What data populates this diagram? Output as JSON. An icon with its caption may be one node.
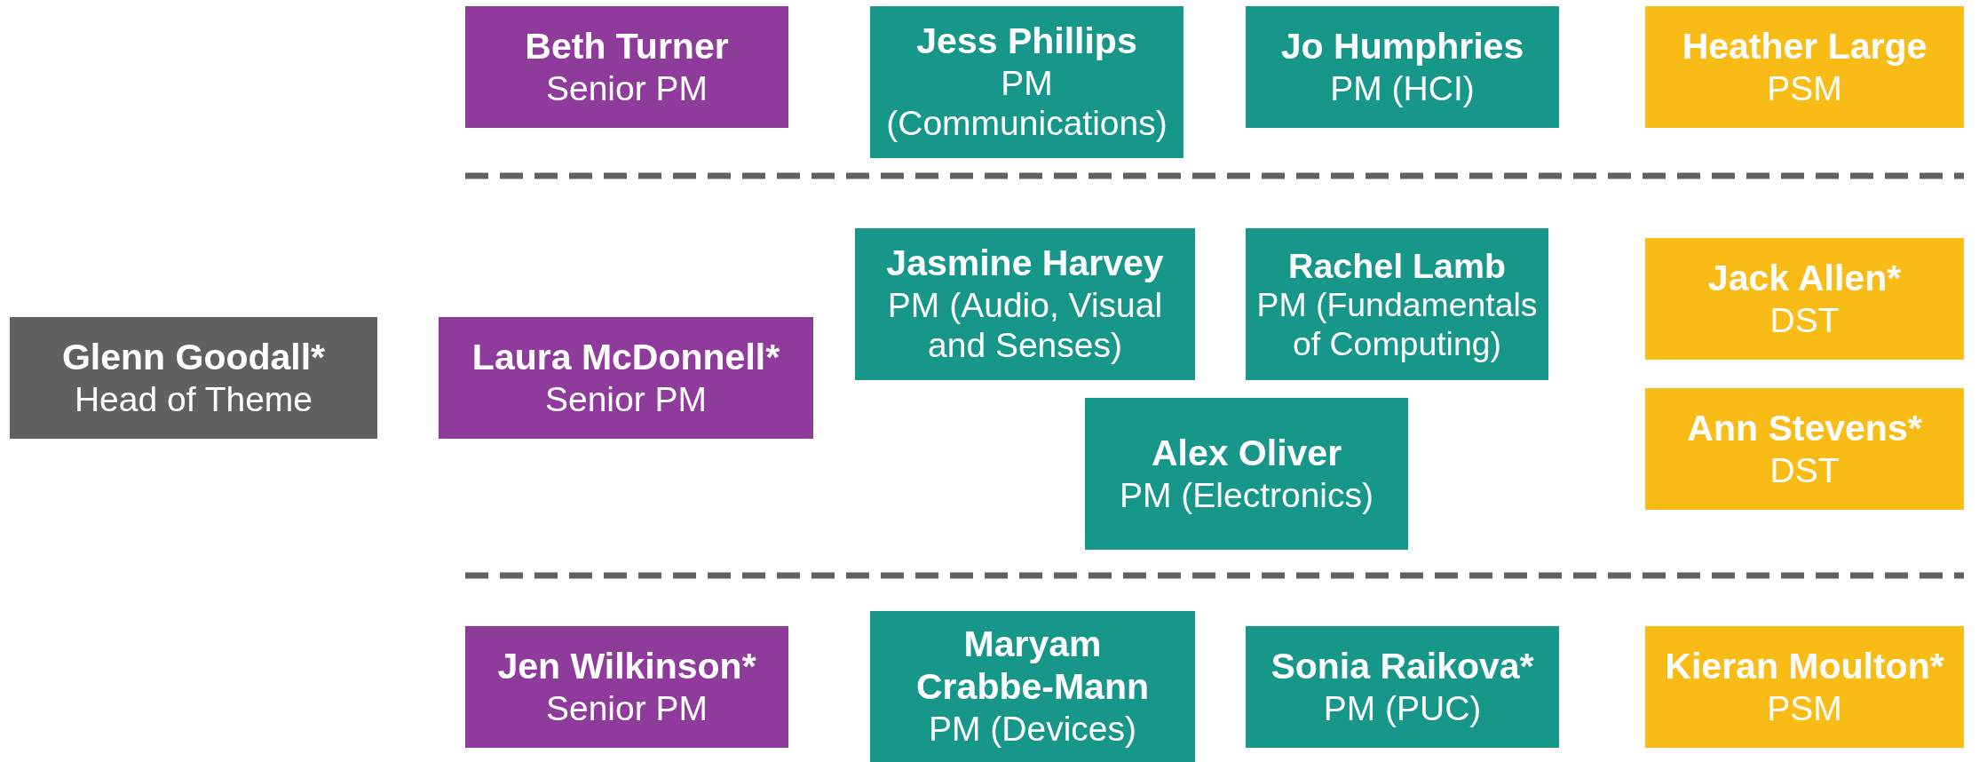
{
  "diagram": {
    "nodes": [
      {
        "text": [
          "Glenn Goodall*",
          "Head of Theme"
        ]
      },
      {
        "text": [
          "Beth Turner",
          "Senior PM"
        ]
      },
      {
        "text": [
          "Jess Phillips",
          "PM (Communications)"
        ]
      },
      {
        "text": [
          "Jo Humphries",
          "PM (HCI)"
        ]
      },
      {
        "text": [
          "Heather Large",
          "PSM"
        ]
      },
      {
        "text": [
          "Laura McDonnell*",
          "Senior PM"
        ]
      },
      {
        "text": [
          "Jasmine Harvey",
          "PM (Audio, Visual and Senses)"
        ]
      },
      {
        "text": [
          "Rachel Lamb",
          "PM (Fundamentals of Computing)"
        ]
      },
      {
        "text": [
          "Alex Oliver",
          "PM (Electronics)"
        ]
      },
      {
        "text": [
          "Jack Allen*",
          "DST"
        ]
      },
      {
        "text": [
          "Ann Stevens*",
          "DST"
        ]
      },
      {
        "text": [
          "Jen Wilkinson*",
          "Senior PM"
        ]
      },
      {
        "text": [
          "Maryam Crabbe-Mann",
          "PM (Devices)"
        ]
      },
      {
        "text": [
          "Sonia Raikova*",
          "PM (PUC)"
        ]
      },
      {
        "text": [
          "Kieran Moulton*",
          "PSM"
        ]
      }
    ]
  }
}
